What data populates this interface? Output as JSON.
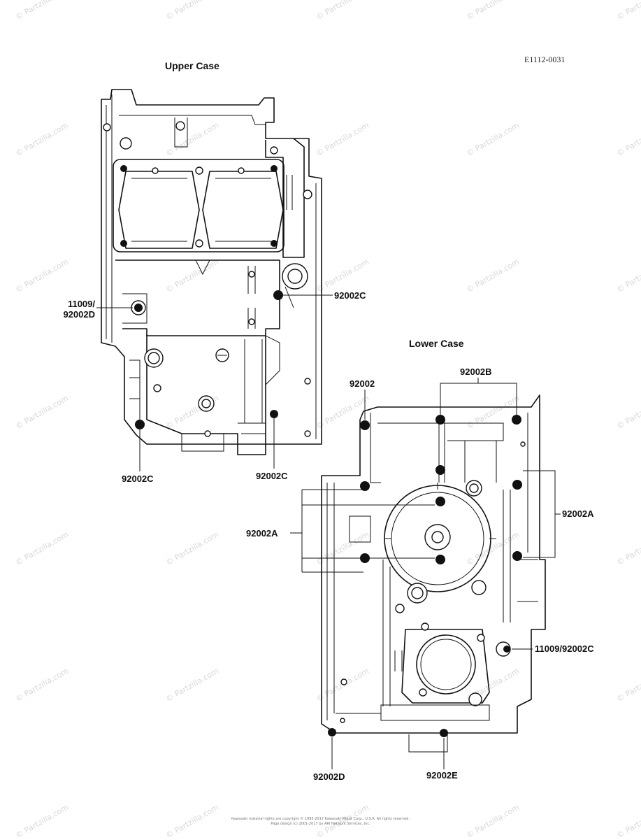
{
  "diagram_code": "E1112-0031",
  "upper_case": {
    "title": "Upper Case",
    "labels": {
      "bolt_left": "11009/\n92002D",
      "bolt_right": "92002C",
      "bottom_left": "92002C",
      "bottom_right": "92002C"
    }
  },
  "lower_case": {
    "title": "Lower Case",
    "labels": {
      "top_left": "92002",
      "top_group": "92002B",
      "right_group": "92002A",
      "left_group": "92002A",
      "right_lower": "11009/92002C",
      "bottom_left": "92002D",
      "bottom_right": "92002E"
    }
  },
  "watermark": "© Partzilla.com",
  "footer": {
    "line1": "Kawasaki material rights are copyright © 1995-2017 Kawasaki Motor Corp., U.S.A. All rights reserved.",
    "line2": "Page design (c) 2001-2017 by ARI Network Services, Inc."
  }
}
